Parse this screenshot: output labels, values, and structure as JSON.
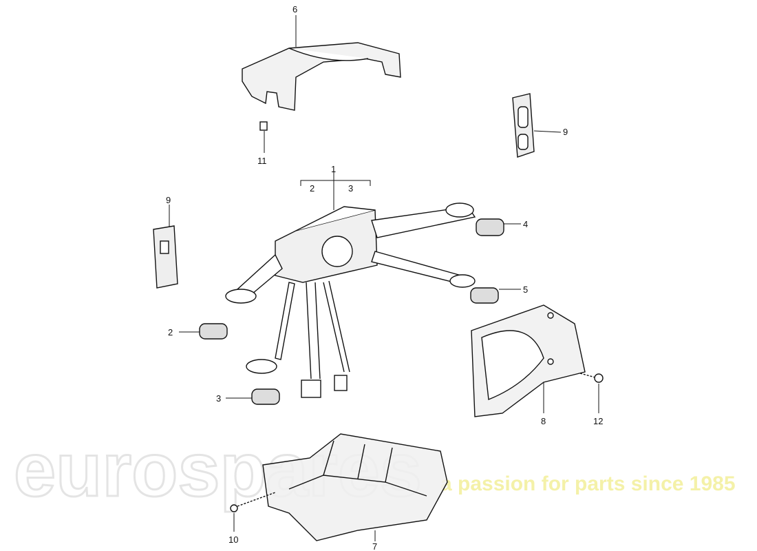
{
  "watermark": {
    "brand": "eurospares",
    "tagline": "a passion for parts since 1985",
    "brand_color": "#e6e6e6",
    "tagline_color": "#f3f0a0"
  },
  "callouts": {
    "c1": "1",
    "c2_top": "2",
    "c3_top": "3",
    "c2": "2",
    "c3": "3",
    "c4": "4",
    "c5": "5",
    "c6": "6",
    "c7": "7",
    "c8": "8",
    "c9_right": "9",
    "c9_left": "9",
    "c10": "10",
    "c11": "11",
    "c12": "12"
  }
}
